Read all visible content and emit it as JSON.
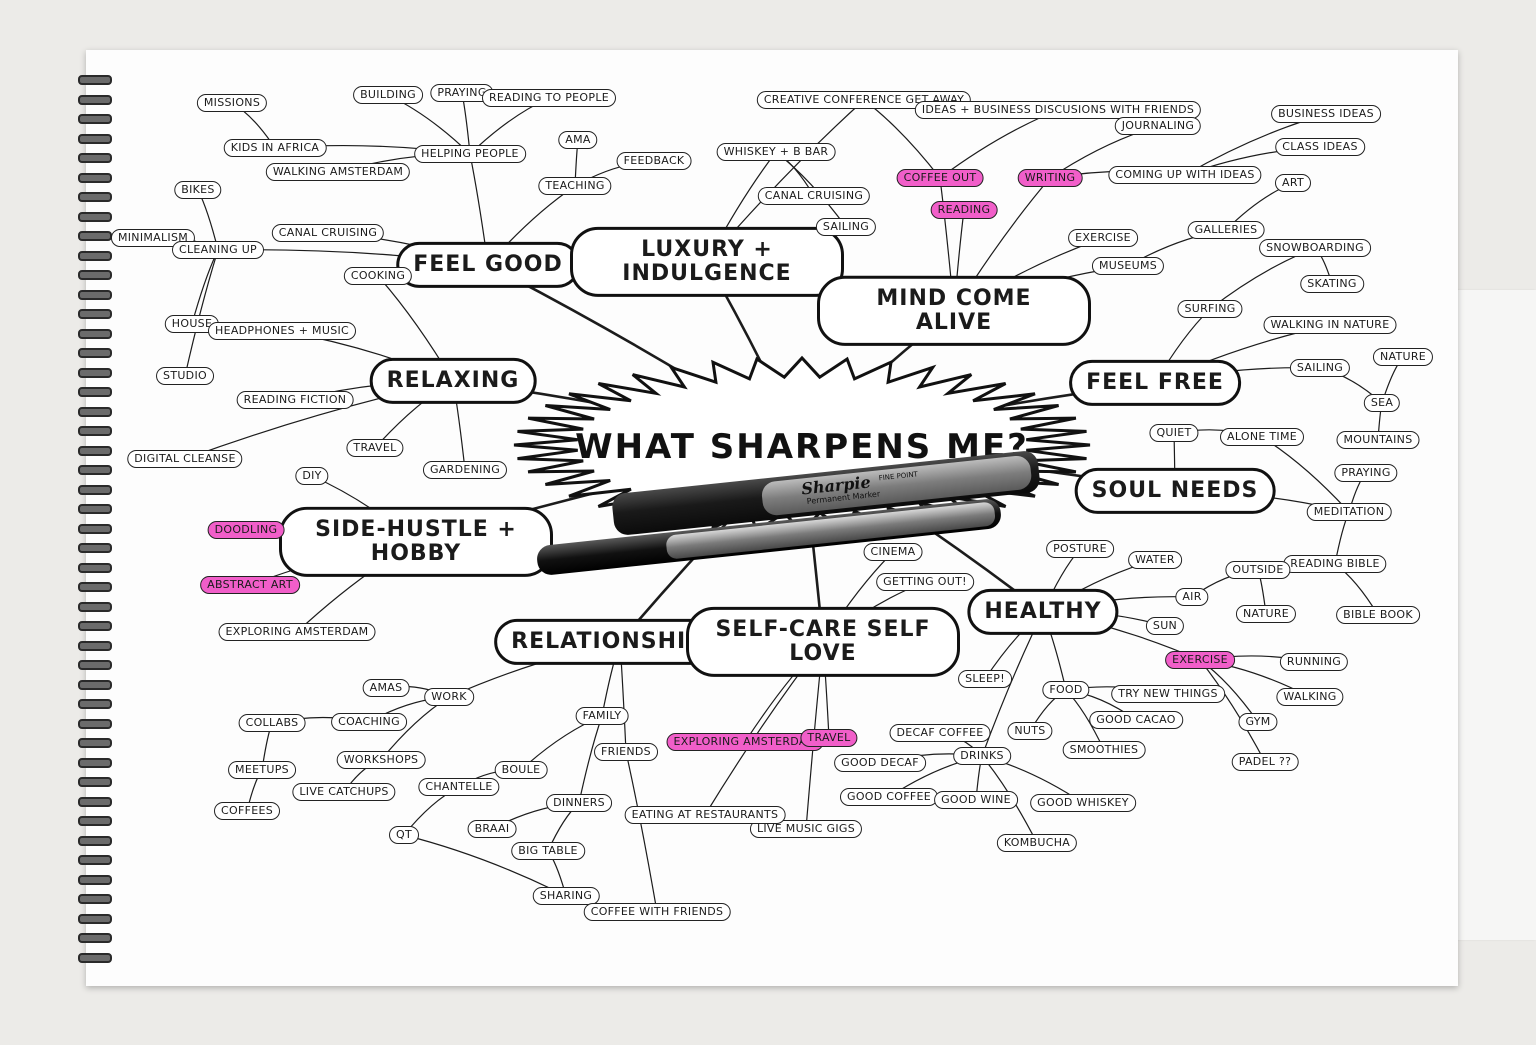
{
  "center_label": "WHAT SHARPENS ME?",
  "marker_brand": "Sharpie",
  "marker_sub": "Permanent Marker",
  "marker_tip": "FINE POINT",
  "colors": {
    "highlight": "#f15ec9",
    "ink": "#111111",
    "paper": "#fdfdfd"
  },
  "nodes": [
    {
      "id": "feel-good",
      "text": "FEEL GOOD",
      "main": true
    },
    {
      "id": "luxury",
      "text": "LUXURY + INDULGENCE",
      "main": true
    },
    {
      "id": "mind-come-alive",
      "text": "MIND COME ALIVE",
      "main": true
    },
    {
      "id": "feel-free",
      "text": "FEEL FREE",
      "main": true
    },
    {
      "id": "soul-needs",
      "text": "SOUL NEEDS",
      "main": true
    },
    {
      "id": "relaxing",
      "text": "RELAXING",
      "main": true
    },
    {
      "id": "side-hustle",
      "text": "SIDE-HUSTLE + HOBBY",
      "main": true
    },
    {
      "id": "relationships",
      "text": "RELATIONSHI PS",
      "main": true
    },
    {
      "id": "self-care",
      "text": "SELF-CARE SELF LOVE",
      "main": true
    },
    {
      "id": "healthy",
      "text": "HEALTHY",
      "main": true
    },
    {
      "id": "missions",
      "text": "MISSIONS"
    },
    {
      "id": "kids-africa",
      "text": "KIDS IN AFRICA"
    },
    {
      "id": "building",
      "text": "BUILDING"
    },
    {
      "id": "praying-top",
      "text": "PRAYING"
    },
    {
      "id": "reading-people",
      "text": "READING TO PEOPLE"
    },
    {
      "id": "helping-people",
      "text": "HELPING PEOPLE"
    },
    {
      "id": "walking-amsterdam",
      "text": "WALKING AMSTERDAM"
    },
    {
      "id": "ama-top",
      "text": "AMA"
    },
    {
      "id": "feedback",
      "text": "FEEDBACK"
    },
    {
      "id": "teaching",
      "text": "TEACHING"
    },
    {
      "id": "minimalism",
      "text": "MINIMALISM"
    },
    {
      "id": "bikes",
      "text": "BIKES"
    },
    {
      "id": "cleaning-up",
      "text": "CLEANING UP"
    },
    {
      "id": "canal-cruising-left",
      "text": "CANAL CRUISING"
    },
    {
      "id": "cooking",
      "text": "COOKING"
    },
    {
      "id": "house",
      "text": "HOUSE"
    },
    {
      "id": "studio",
      "text": "STUDIO"
    },
    {
      "id": "headphones",
      "text": "HEADPHONES + MUSIC"
    },
    {
      "id": "reading-fiction",
      "text": "READING FICTION"
    },
    {
      "id": "digital-cleanse",
      "text": "DIGITAL CLEANSE"
    },
    {
      "id": "travel-left",
      "text": "TRAVEL"
    },
    {
      "id": "gardening",
      "text": "GARDENING"
    },
    {
      "id": "diy",
      "text": "DIY"
    },
    {
      "id": "doodling",
      "text": "DOODLING",
      "hl": true
    },
    {
      "id": "abstract-art",
      "text": "ABSTRACT ART",
      "hl": true
    },
    {
      "id": "exploring-amsterdam-left",
      "text": "EXPLORING AMSTERDAM"
    },
    {
      "id": "creative-conference",
      "text": "CREATIVE CONFERENCE GET AWAY"
    },
    {
      "id": "whiskey-bar",
      "text": "WHISKEY + B BAR"
    },
    {
      "id": "canal-cruising-mid",
      "text": "CANAL CRUISING"
    },
    {
      "id": "sailing-mid",
      "text": "SAILING"
    },
    {
      "id": "ideas-business",
      "text": "IDEAS + BUSINESS DISCUSIONS WITH FRIENDS"
    },
    {
      "id": "coffee-out",
      "text": "COFFEE OUT",
      "hl": true
    },
    {
      "id": "reading-mid",
      "text": "READING",
      "hl": true
    },
    {
      "id": "writing",
      "text": "WRITING",
      "hl": true
    },
    {
      "id": "journaling",
      "text": "JOURNALING"
    },
    {
      "id": "coming-up",
      "text": "COMING UP WITH IDEAS"
    },
    {
      "id": "business-ideas",
      "text": "BUSINESS IDEAS"
    },
    {
      "id": "class-ideas",
      "text": "CLASS IDEAS"
    },
    {
      "id": "art",
      "text": "ART"
    },
    {
      "id": "exercise-top",
      "text": "EXERCISE"
    },
    {
      "id": "museums",
      "text": "MUSEUMS"
    },
    {
      "id": "galleries",
      "text": "GALLERIES"
    },
    {
      "id": "snowboarding",
      "text": "SNOWBOARDING"
    },
    {
      "id": "skating",
      "text": "SKATING"
    },
    {
      "id": "surfing",
      "text": "SURFING"
    },
    {
      "id": "walking-nature",
      "text": "WALKING IN NATURE"
    },
    {
      "id": "sailing-right",
      "text": "SAILING"
    },
    {
      "id": "nature-right",
      "text": "NATURE"
    },
    {
      "id": "sea",
      "text": "SEA"
    },
    {
      "id": "mountains",
      "text": "MOUNTAINS"
    },
    {
      "id": "quiet",
      "text": "QUIET"
    },
    {
      "id": "alone-time",
      "text": "ALONE TIME"
    },
    {
      "id": "praying-right",
      "text": "PRAYING"
    },
    {
      "id": "meditation",
      "text": "MEDITATION"
    },
    {
      "id": "reading-bible",
      "text": "READING BIBLE"
    },
    {
      "id": "bible-book",
      "text": "BIBLE BOOK"
    },
    {
      "id": "outside",
      "text": "OUTSIDE"
    },
    {
      "id": "posture",
      "text": "POSTURE"
    },
    {
      "id": "water",
      "text": "WATER"
    },
    {
      "id": "air",
      "text": "AIR"
    },
    {
      "id": "sun",
      "text": "SUN"
    },
    {
      "id": "nature-low",
      "text": "NATURE"
    },
    {
      "id": "exercise-low",
      "text": "EXERCISE",
      "hl": true
    },
    {
      "id": "running",
      "text": "RUNNING"
    },
    {
      "id": "walking",
      "text": "WALKING"
    },
    {
      "id": "gym",
      "text": "GYM"
    },
    {
      "id": "padel",
      "text": "PADEL ??"
    },
    {
      "id": "sleep",
      "text": "SLEEP!"
    },
    {
      "id": "food",
      "text": "FOOD"
    },
    {
      "id": "try-new",
      "text": "TRY NEW THINGS"
    },
    {
      "id": "good-cacao",
      "text": "GOOD CACAO"
    },
    {
      "id": "nuts",
      "text": "NUTS"
    },
    {
      "id": "smoothies",
      "text": "SMOOTHIES"
    },
    {
      "id": "decaf-coffee",
      "text": "DECAF COFFEE"
    },
    {
      "id": "good-decaf",
      "text": "GOOD DECAF"
    },
    {
      "id": "drinks",
      "text": "DRINKS"
    },
    {
      "id": "good-coffee",
      "text": "GOOD COFFEE"
    },
    {
      "id": "good-wine",
      "text": "GOOD WINE"
    },
    {
      "id": "good-whiskey",
      "text": "GOOD WHISKEY"
    },
    {
      "id": "kombucha",
      "text": "KOMBUCHA"
    },
    {
      "id": "cinema",
      "text": "CINEMA"
    },
    {
      "id": "getting-out",
      "text": "GETTING OUT!"
    },
    {
      "id": "exploring-amsterdam-low",
      "text": "EXPLORING AMSTERDAM",
      "hl": true
    },
    {
      "id": "travel-low",
      "text": "TRAVEL",
      "hl": true
    },
    {
      "id": "live-music",
      "text": "LIVE MUSIC GIGS"
    },
    {
      "id": "eating-out",
      "text": "EATING AT RESTAURANTS"
    },
    {
      "id": "family",
      "text": "FAMILY"
    },
    {
      "id": "friends",
      "text": "FRIENDS"
    },
    {
      "id": "boule",
      "text": "BOULE"
    },
    {
      "id": "chantelle",
      "text": "CHANTELLE"
    },
    {
      "id": "dinners",
      "text": "DINNERS"
    },
    {
      "id": "braai",
      "text": "BRAAI"
    },
    {
      "id": "big-table",
      "text": "BIG TABLE"
    },
    {
      "id": "sharing",
      "text": "SHARING"
    },
    {
      "id": "coffee-friends",
      "text": "COFFEE WITH FRIENDS"
    },
    {
      "id": "qt",
      "text": "QT"
    },
    {
      "id": "work",
      "text": "WORK"
    },
    {
      "id": "amas",
      "text": "AMAS"
    },
    {
      "id": "coaching",
      "text": "COACHING"
    },
    {
      "id": "workshops",
      "text": "WORKSHOPS"
    },
    {
      "id": "live-catchups",
      "text": "LIVE CATCHUPS"
    },
    {
      "id": "collabs",
      "text": "COLLABS"
    },
    {
      "id": "meetups",
      "text": "MEETUPS"
    },
    {
      "id": "coffees",
      "text": "COFFEES"
    }
  ]
}
